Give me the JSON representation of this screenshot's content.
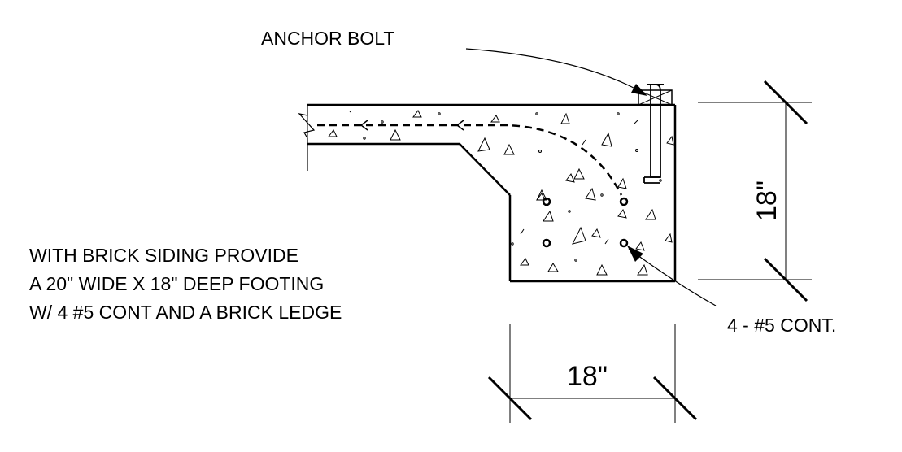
{
  "labels": {
    "anchor_bolt": "ANCHOR BOLT",
    "rebar": "4 - #5 CONT.",
    "note_lines": [
      "WITH BRICK SIDING PROVIDE",
      "A 20\" WIDE X 18\" DEEP FOOTING",
      "W/ 4 #5 CONT AND A BRICK LEDGE"
    ]
  },
  "dimensions": {
    "height": "18\"",
    "width": "18\""
  }
}
